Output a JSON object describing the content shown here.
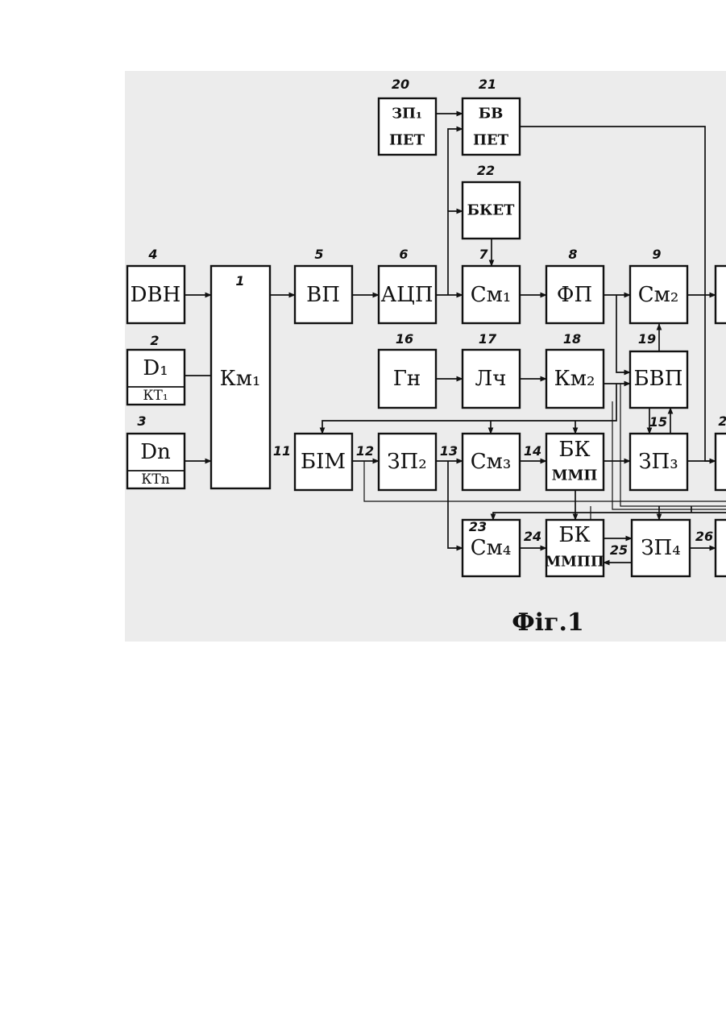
{
  "figure": {
    "caption": "Фіг.1",
    "blocks": {
      "b1": {
        "num": "1",
        "label": "Км₁"
      },
      "b2": {
        "num": "2",
        "label": "D₁",
        "sub": "КТ₁"
      },
      "b3": {
        "num": "3",
        "label": "Dn",
        "sub": "КТn"
      },
      "b4": {
        "num": "4",
        "label": "DВН"
      },
      "b5": {
        "num": "5",
        "label": "ВП"
      },
      "b6": {
        "num": "6",
        "label": "АЦП"
      },
      "b7": {
        "num": "7",
        "label": "См₁"
      },
      "b8": {
        "num": "8",
        "label": "ФП"
      },
      "b9": {
        "num": "9",
        "label": "См₂"
      },
      "b11": {
        "num": "11",
        "label": "БІМ"
      },
      "b12": {
        "num": "12",
        "label": "ЗП₂"
      },
      "b13": {
        "num": "13",
        "label": "См₃"
      },
      "b14": {
        "num": "14",
        "label1": "БК",
        "label2": "ММП"
      },
      "b15": {
        "num": "15",
        "label": "ЗП₃"
      },
      "b16": {
        "num": "16",
        "label": "Гн"
      },
      "b17": {
        "num": "17",
        "label": "Лч"
      },
      "b18": {
        "num": "18",
        "label": "Км₂"
      },
      "b19": {
        "num": "19",
        "label": "БВП"
      },
      "b20": {
        "num": "20",
        "label1": "ЗП₁",
        "label2": "ПЕТ"
      },
      "b21": {
        "num": "21",
        "label1": "БВ",
        "label2": "ПЕТ"
      },
      "b22": {
        "num": "22",
        "label": "БКЕТ"
      },
      "b23": {
        "num": "23",
        "label": "См₄"
      },
      "b24": {
        "num": "24",
        "label1": "БК",
        "label2": "ММПП"
      },
      "b25": {
        "num": "25",
        "label": "ЗП₄"
      },
      "b26": {
        "num": "26"
      }
    },
    "partial": {
      "n2x": "2"
    }
  }
}
